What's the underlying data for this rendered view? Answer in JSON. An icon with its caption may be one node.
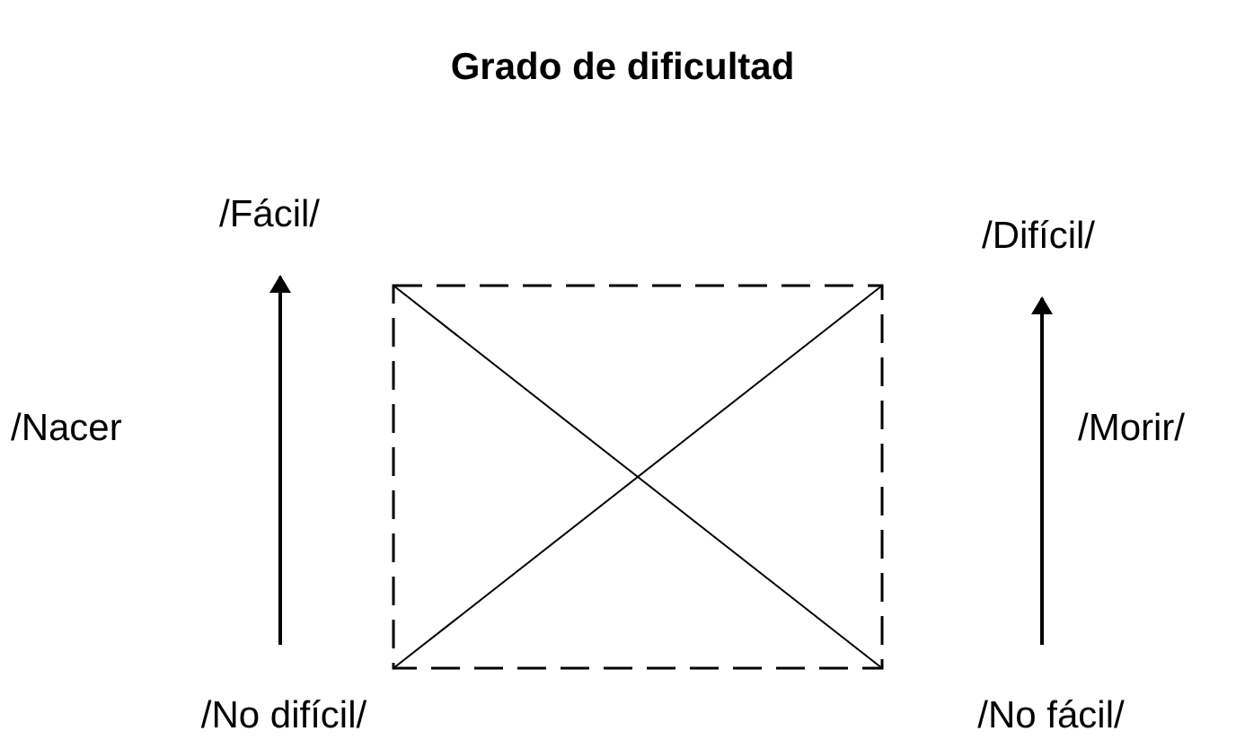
{
  "diagram": {
    "title": "Grado de dificultad",
    "nodes": [
      {
        "text": [
          "/Fácil/"
        ]
      },
      {
        "text": [
          "/No difícil/"
        ]
      },
      {
        "text": [
          "/Difícil/"
        ]
      },
      {
        "text": [
          "/No fácil/"
        ]
      }
    ],
    "edges": [
      {
        "from": 1,
        "to": 0,
        "arrow": "to",
        "label": "/Nacer"
      },
      {
        "from": 3,
        "to": 2,
        "arrow": "to",
        "label": "/Morir/"
      }
    ]
  }
}
